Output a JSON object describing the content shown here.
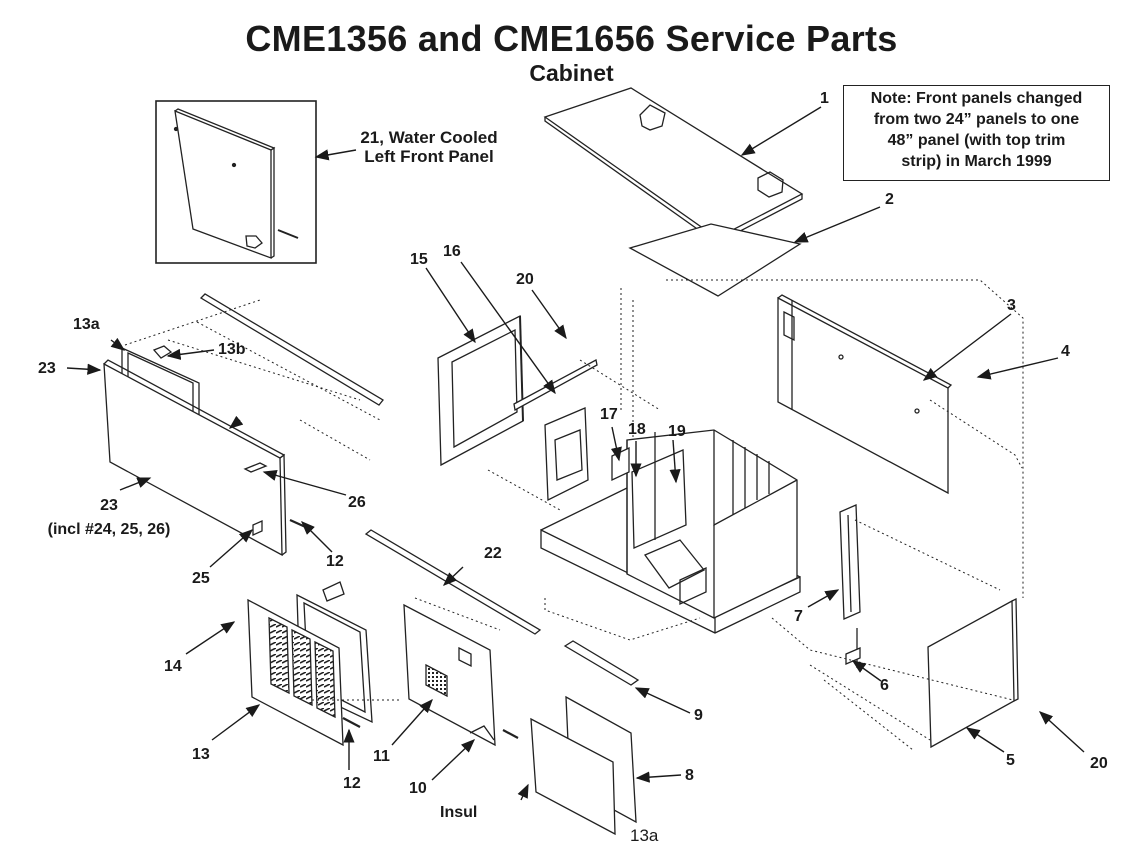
{
  "diagram": {
    "title": "CME1356 and CME1656 Service Parts",
    "subtitle": "Cabinet",
    "note_lines": [
      "Note: Front panels changed",
      "from two 24” panels to one",
      "48” panel (with top trim",
      "strip) in March 1999"
    ],
    "inset_label_lines": [
      "21, Water Cooled",
      "Left Front Panel"
    ],
    "callouts": {
      "c1": "1",
      "c2": "2",
      "c3": "3",
      "c4": "4",
      "c5": "5",
      "c6": "6",
      "c7": "7",
      "c8": "8",
      "c9": "9",
      "c10": "10",
      "c11": "11",
      "c12a": "12",
      "c12b": "12",
      "c13": "13",
      "c13a_top": "13a",
      "c13a_bottom": "13a",
      "c13b": "13b",
      "c14": "14",
      "c15": "15",
      "c16": "16",
      "c17": "17",
      "c18": "18",
      "c19": "19",
      "c20a": "20",
      "c20b": "20",
      "c22": "22",
      "c23_top": "23",
      "c23_main": "23",
      "c23_note": "(incl #24, 25, 26)",
      "c25": "25",
      "c26": "26",
      "insul": "Insul"
    }
  }
}
